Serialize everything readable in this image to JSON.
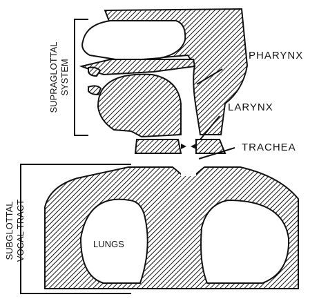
{
  "labels": {
    "pharynx": "PHARYNX",
    "larynx": "LARYNX",
    "trachea": "TRACHEA",
    "lungs": "LUNGS",
    "supraglottal_line1": "SUPRAGLOTTAL",
    "supraglottal_line2": "SYSTEM",
    "subglottal_line1": "SUBGLOTTAL",
    "subglottal_line2": "VOCAL TRACT"
  },
  "colors": {
    "ink": "#111111",
    "background": "#ffffff"
  }
}
